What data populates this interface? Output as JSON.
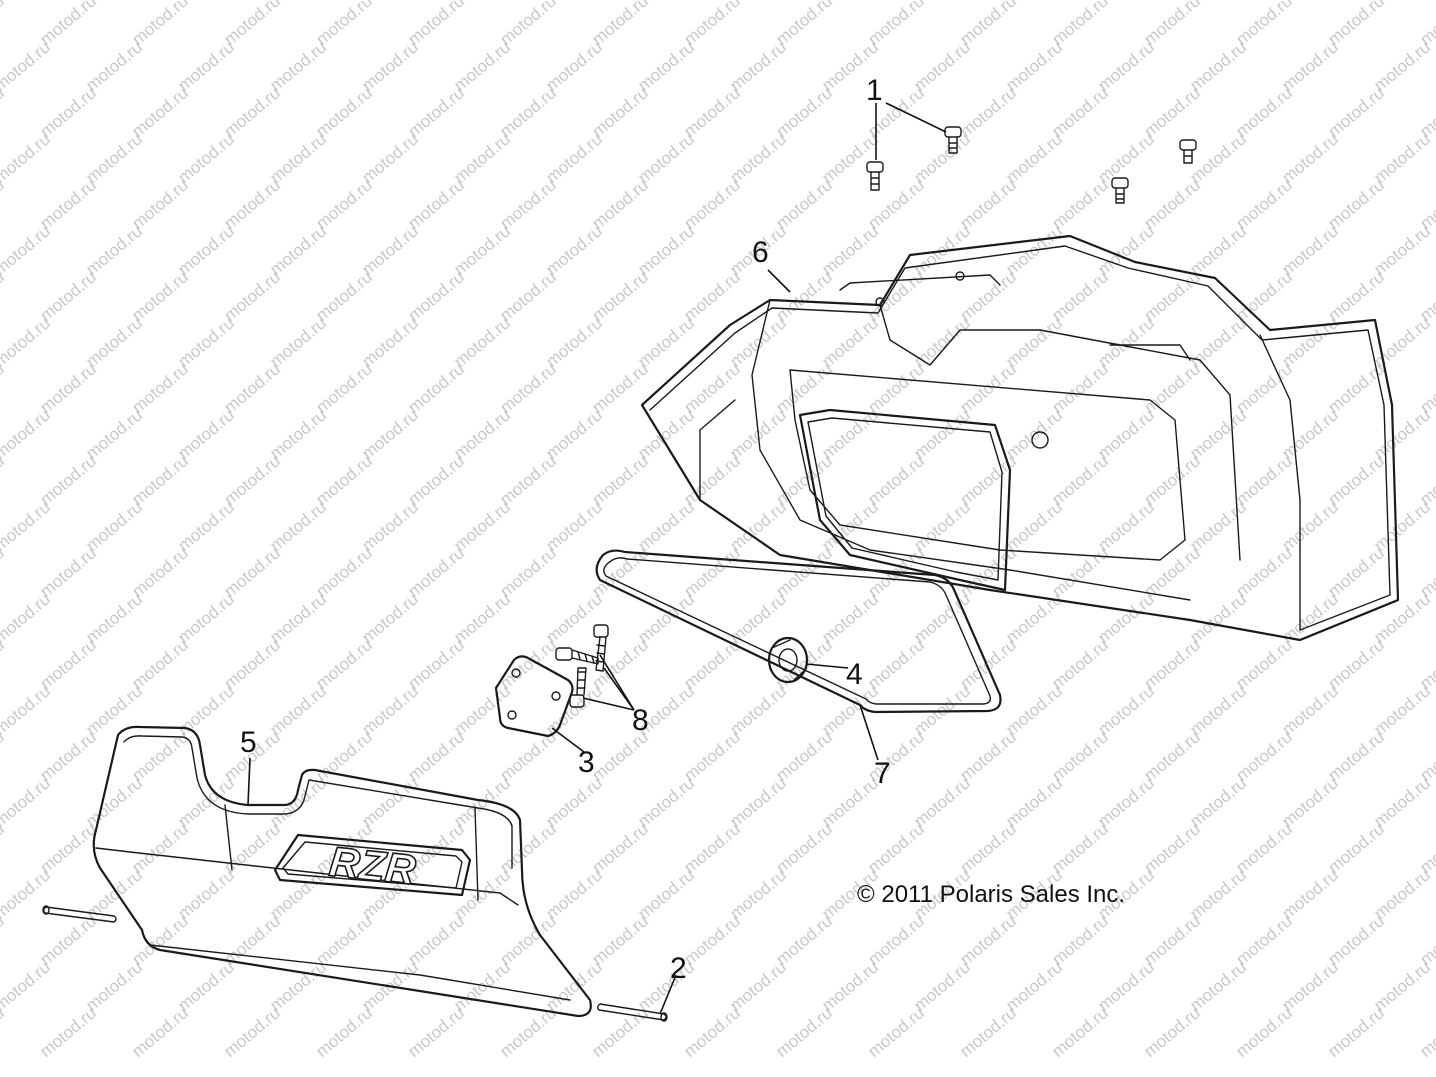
{
  "watermark": {
    "text": "motod.ru"
  },
  "copyright": "© 2011 Polaris Sales Inc.",
  "emblem_text": "RZR",
  "callouts": [
    {
      "id": "1",
      "label": "1"
    },
    {
      "id": "2",
      "label": "2"
    },
    {
      "id": "3",
      "label": "3"
    },
    {
      "id": "4",
      "label": "4"
    },
    {
      "id": "5",
      "label": "5"
    },
    {
      "id": "6",
      "label": "6"
    },
    {
      "id": "7",
      "label": "7"
    },
    {
      "id": "8",
      "label": "8"
    }
  ]
}
